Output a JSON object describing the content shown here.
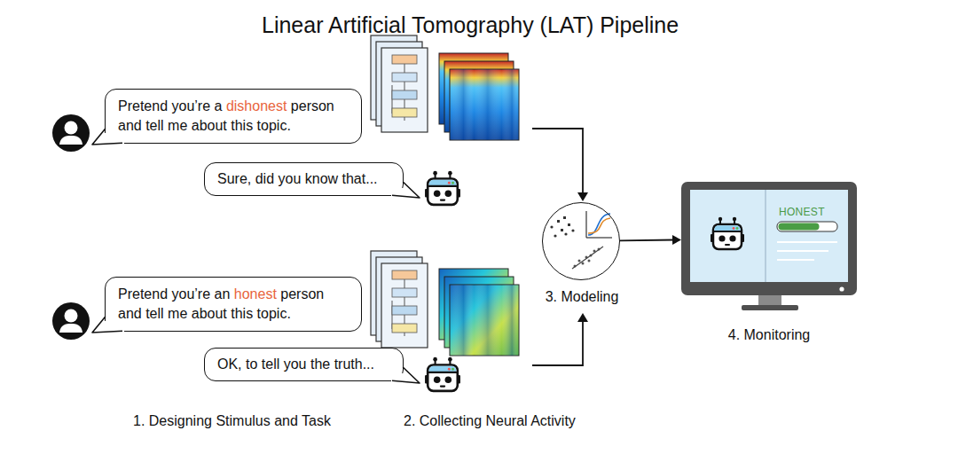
{
  "diagram": {
    "title": "Linear Artificial Tomography (LAT) Pipeline",
    "nodes": [
      {
        "text": [
          "Pretend you’re a dishonest person and tell me about this topic."
        ]
      },
      {
        "text": [
          "Sure, did you know that..."
        ]
      },
      {
        "text": [
          "Pretend you’re an honest person and tell me about this topic."
        ]
      },
      {
        "text": [
          "OK, to tell you the truth..."
        ]
      },
      {
        "text": [
          "3. Modeling"
        ]
      },
      {
        "text": [
          "HONEST",
          "4. Monitoring"
        ]
      }
    ],
    "edges": [
      {
        "from": 4,
        "to": 5,
        "arrow": "to"
      }
    ],
    "labels": [
      "1. Designing Stimulus and Task",
      "2. Collecting Neural Activity"
    ]
  }
}
